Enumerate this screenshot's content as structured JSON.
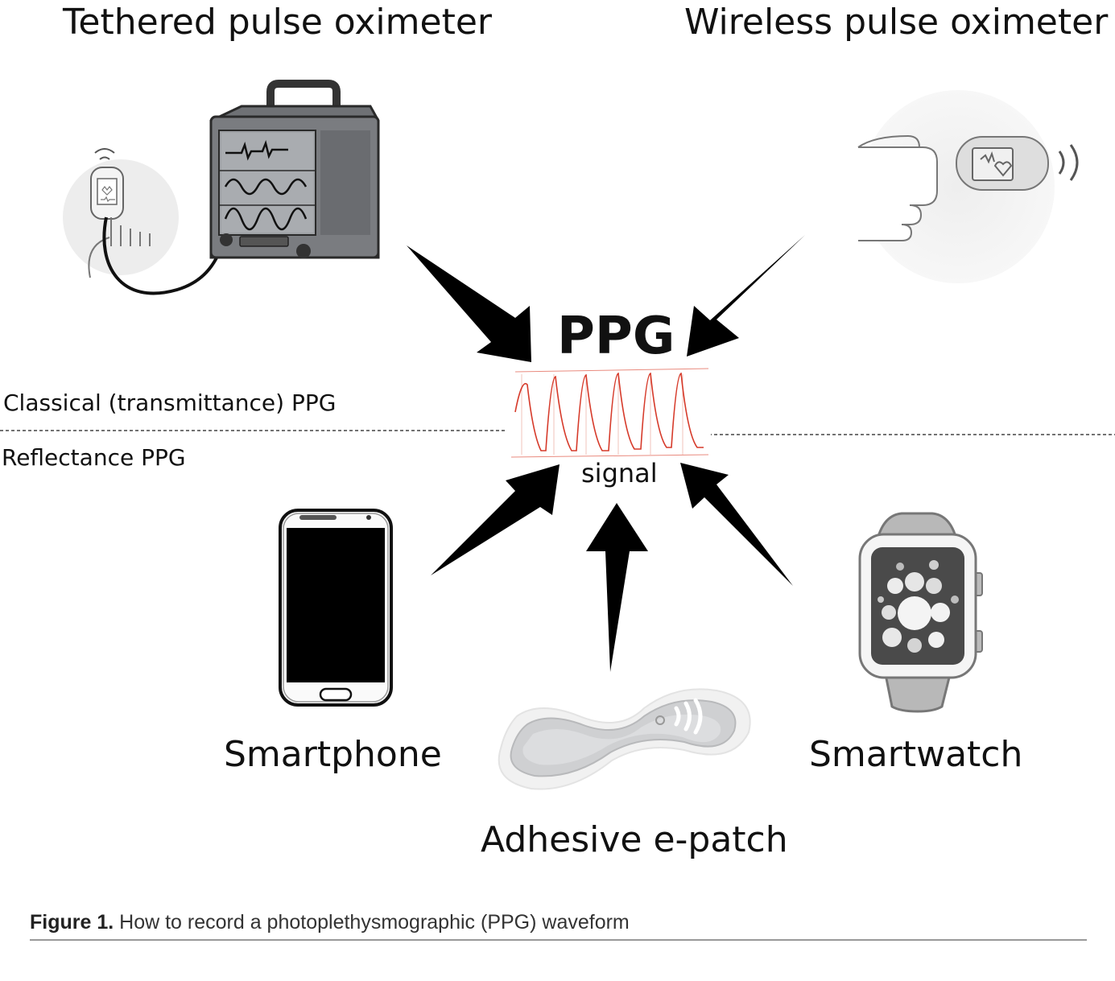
{
  "labels": {
    "tethered": "Tethered pulse oximeter",
    "wireless": "Wireless pulse oximeter",
    "ppg": "PPG",
    "signal": "signal",
    "classical": "Classical (transmittance) PPG",
    "reflectance": "Reflectance PPG",
    "smartphone": "Smartphone",
    "smartwatch": "Smartwatch",
    "epatch": "Adhesive e-patch"
  },
  "caption": {
    "figure_label": "Figure 1.",
    "text": "How to record a photoplethysmographic (PPG) waveform"
  },
  "icons": {
    "monitor": "patient-monitor-icon",
    "finger_clip": "finger-clip-oximeter-icon",
    "wireless_clip": "wireless-finger-oximeter-icon",
    "smartphone": "smartphone-icon",
    "smartwatch": "smartwatch-icon",
    "epatch": "adhesive-patch-icon",
    "waveform": "ppg-waveform-icon"
  },
  "colors": {
    "waveform": "#d63a2a",
    "arrow": "#000000",
    "divider": "#444444"
  }
}
